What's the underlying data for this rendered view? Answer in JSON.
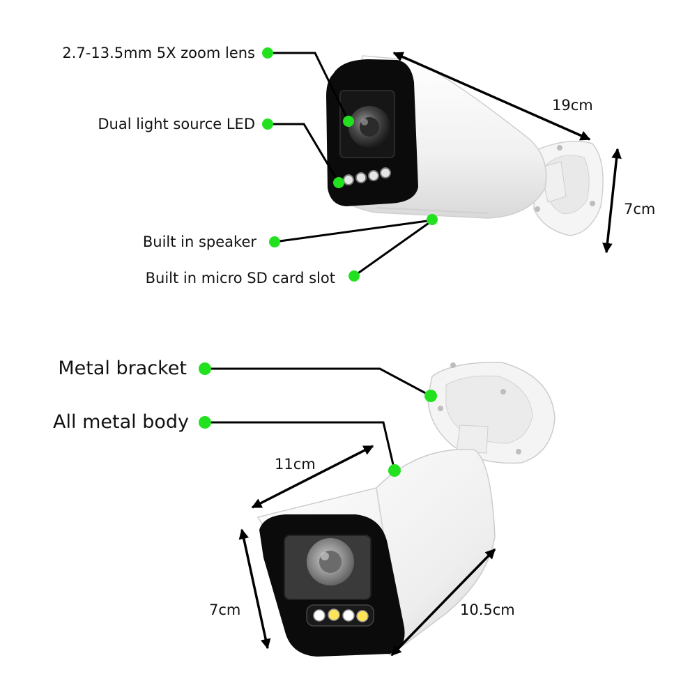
{
  "labels": {
    "zoom_lens": "2.7-13.5mm 5X zoom lens",
    "led": "Dual light source LED",
    "speaker": "Built in speaker",
    "sd_slot": "Built in micro SD card slot",
    "bracket": "Metal bracket",
    "body": "All metal body"
  },
  "dimensions": {
    "top_length": "19cm",
    "top_height": "7cm",
    "bottom_depth": "11cm",
    "bottom_height": "7cm",
    "bottom_length": "10.5cm"
  },
  "colors": {
    "marker": "#22e21f",
    "leader": "#000000",
    "housing": "#f3f3f3",
    "bezel": "#0b0b0b",
    "led_warm": "#ffe45a"
  },
  "icons": [
    "camera-top-illustration",
    "camera-bottom-illustration",
    "arrow-head"
  ]
}
